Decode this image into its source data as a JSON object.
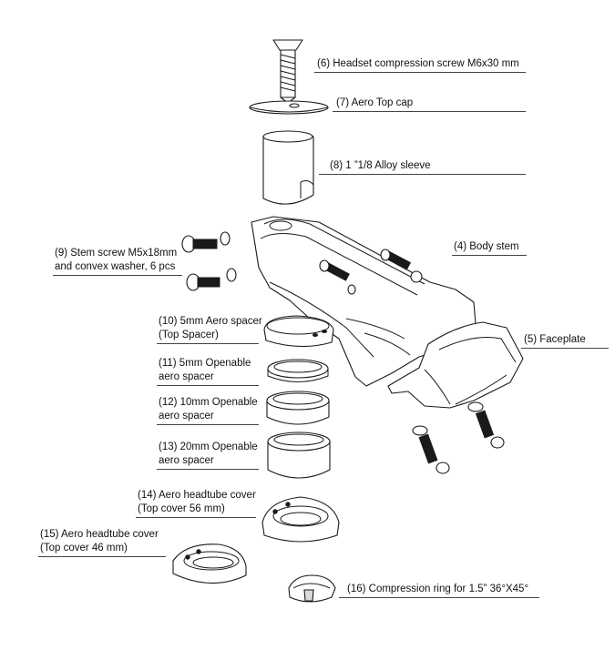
{
  "labels": {
    "screw": "(6) Headset compression screw M6x30 mm",
    "topcap": "(7) Aero Top cap",
    "sleeve": "(8) 1 ”1/8 Alloy sleeve",
    "stem_screw_line1": "(9) Stem screw M5x18mm",
    "stem_screw_line2": "and convex washer, 6 pcs",
    "body_stem": "(4) Body stem",
    "faceplate": "(5) Faceplate",
    "spacer5_top_line1": "(10) 5mm Aero spacer",
    "spacer5_top_line2": "(Top Spacer)",
    "spacer5_open_line1": "(11) 5mm Openable",
    "spacer5_open_line2": "aero spacer",
    "spacer10_line1": "(12) 10mm Openable",
    "spacer10_line2": "aero spacer",
    "spacer20_line1": "(13) 20mm Openable",
    "spacer20_line2": "aero spacer",
    "cover56_line1": "(14) Aero headtube cover",
    "cover56_line2": "(Top cover 56 mm)",
    "cover46_line1": "(15) Aero headtube cover",
    "cover46_line2": "(Top cover 46 mm)",
    "compression_ring": "(16) Compression ring for 1.5” 36°X45°"
  }
}
